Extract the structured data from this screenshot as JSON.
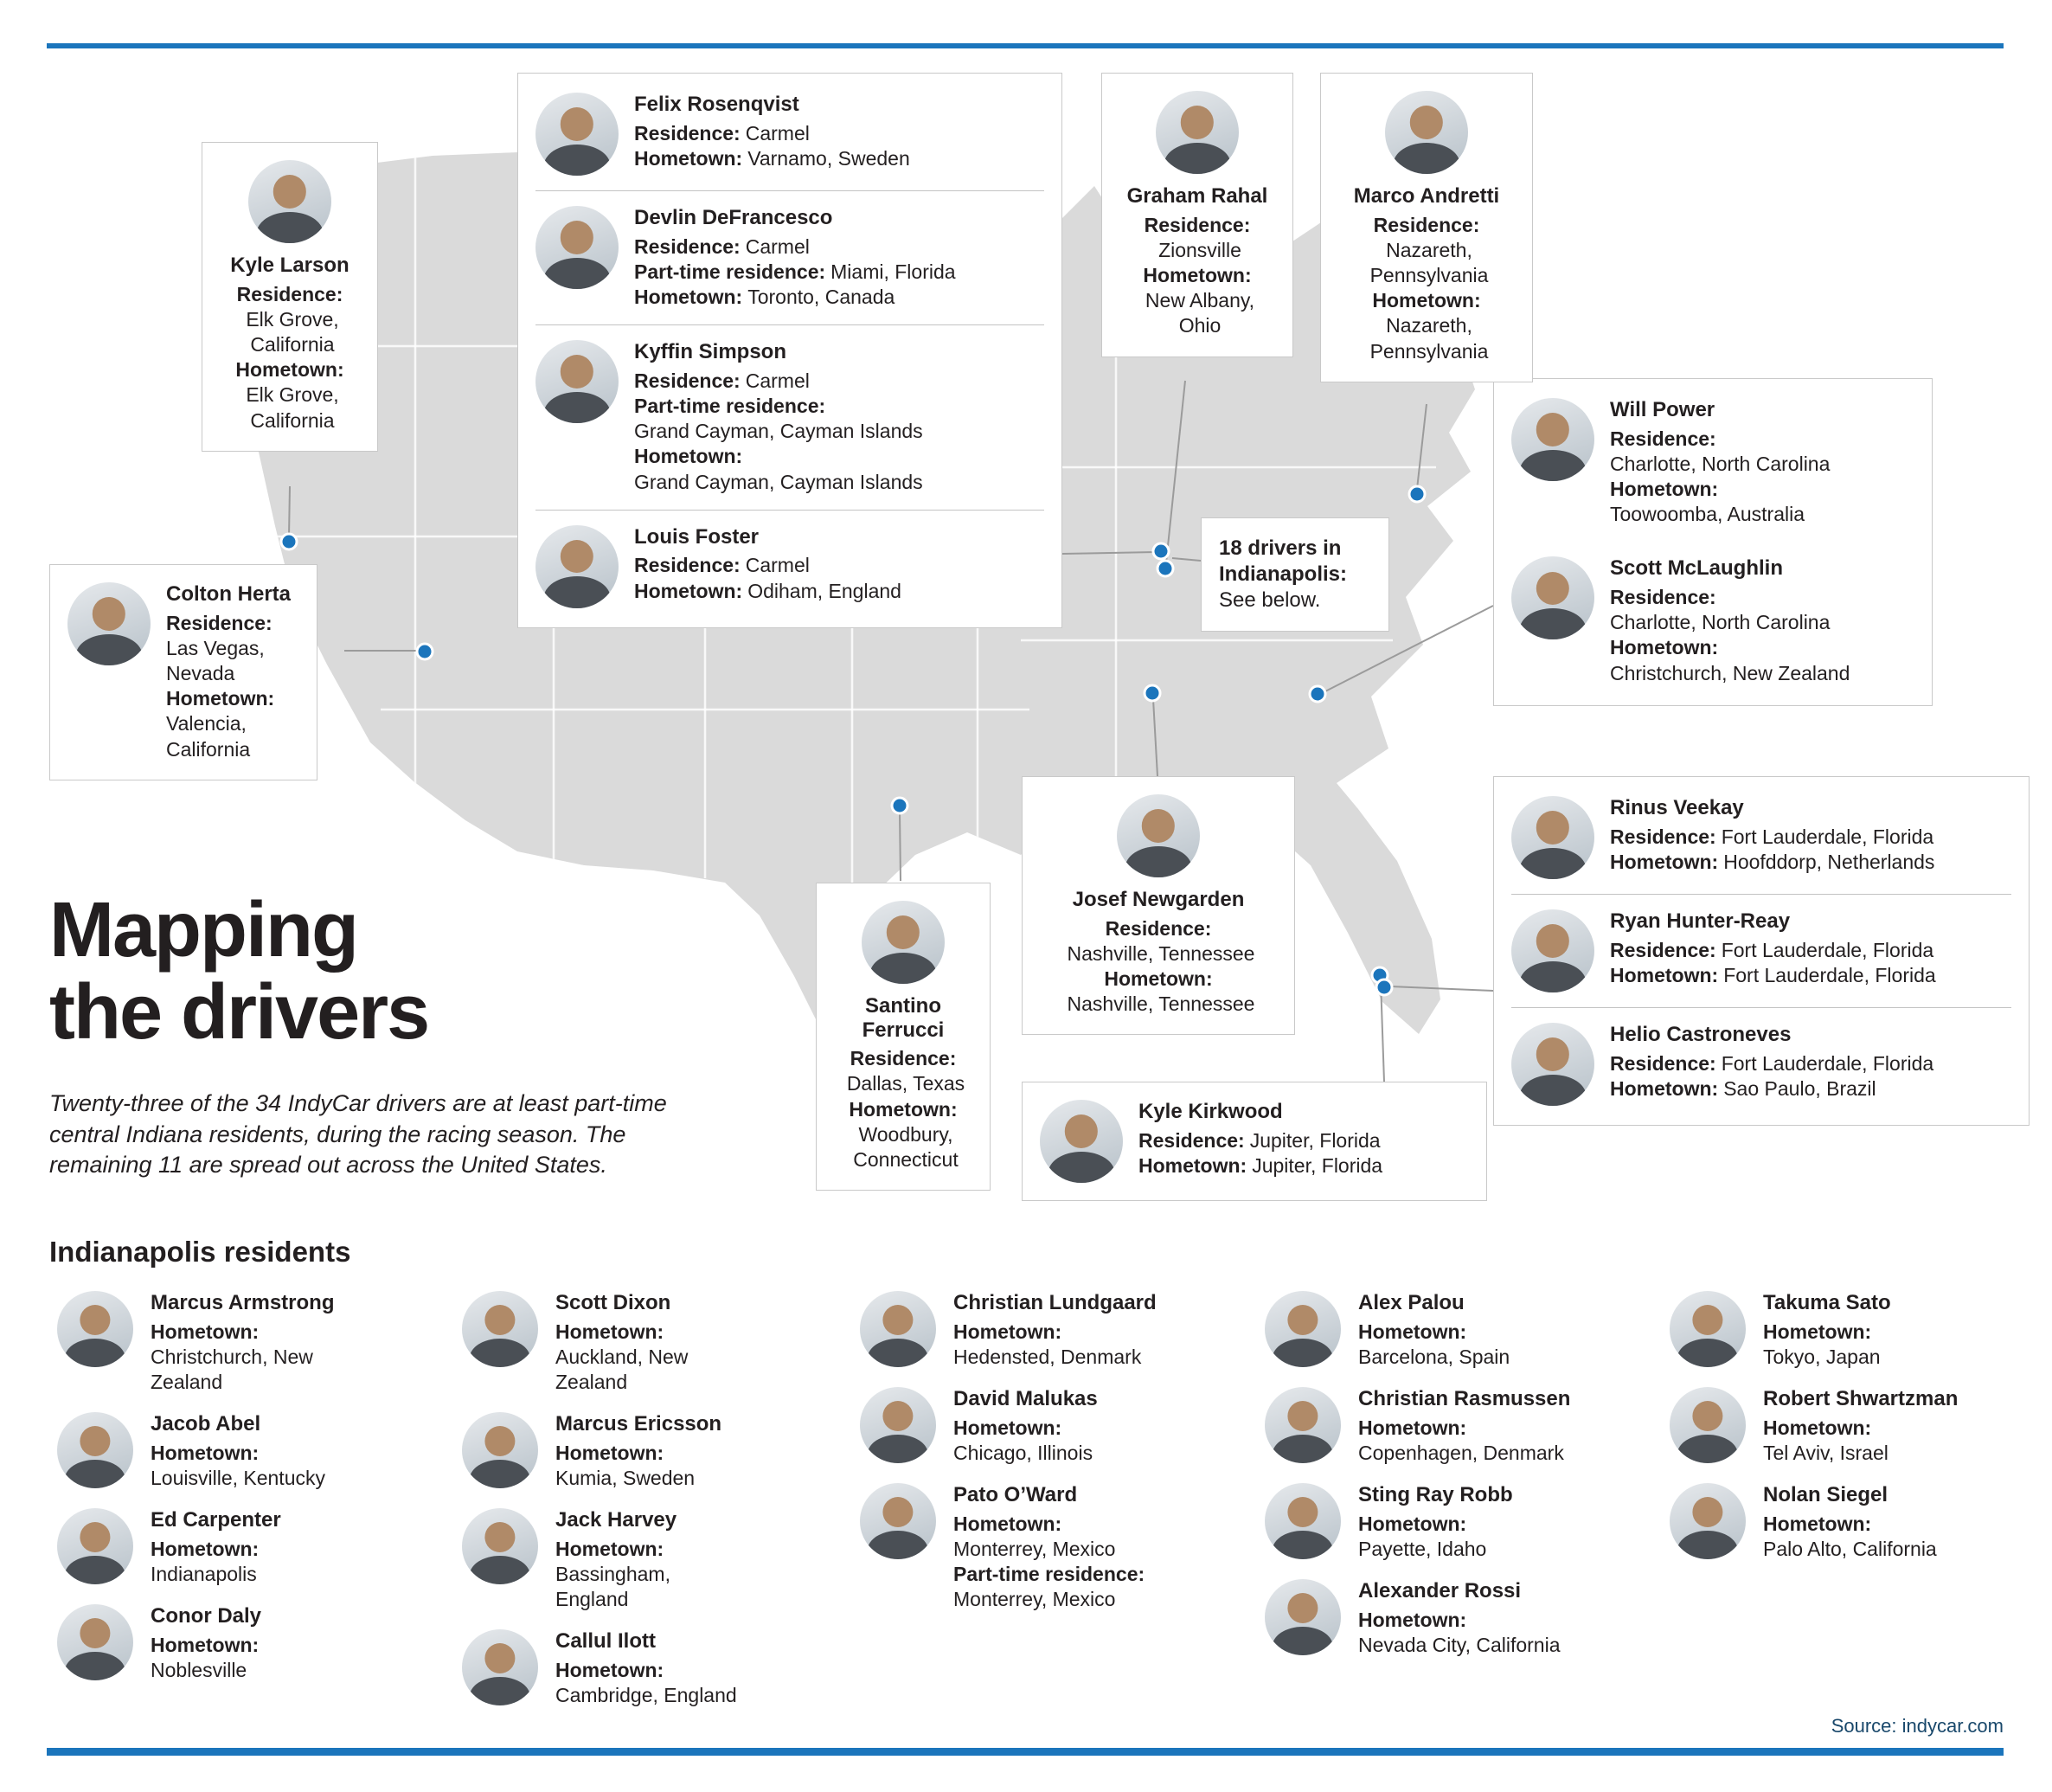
{
  "theme": {
    "accent": "#1b75bc",
    "map_fill": "#dadada",
    "line_color": "#9b9b9b"
  },
  "header": {
    "title_line1": "Mapping",
    "title_line2": "the drivers",
    "subtitle": "Twenty-three of the 34 IndyCar drivers are at least part-time central Indiana residents, during the racing season. The remaining 11 are spread out across the United States."
  },
  "map_note": {
    "line1": "18 drivers in Indianapolis:",
    "line2": "See below."
  },
  "callouts": {
    "larson": {
      "name": "Kyle Larson",
      "lines": [
        {
          "label": "Residence:",
          "value": "Elk Grove, California"
        },
        {
          "label": "Hometown:",
          "value": "Elk Grove, California"
        }
      ]
    },
    "herta": {
      "name": "Colton Herta",
      "lines": [
        {
          "label": "Residence:",
          "value": "Las Vegas, Nevada"
        },
        {
          "label": "Hometown:",
          "value": "Valencia, California"
        }
      ]
    },
    "carmel_group": [
      {
        "name": "Felix Rosenqvist",
        "lines": [
          {
            "label": "Residence:",
            "value": "Carmel"
          },
          {
            "label": "Hometown:",
            "value": "Varnamo, Sweden"
          }
        ]
      },
      {
        "name": "Devlin DeFrancesco",
        "lines": [
          {
            "label": "Residence:",
            "value": "Carmel"
          },
          {
            "label": "Part-time residence:",
            "value": "Miami, Florida"
          },
          {
            "label": "Hometown:",
            "value": "Toronto, Canada"
          }
        ]
      },
      {
        "name": "Kyffin Simpson",
        "lines": [
          {
            "label": "Residence:",
            "value": "Carmel"
          },
          {
            "label": "Part-time residence:",
            "value": "Grand Cayman, Cayman Islands"
          },
          {
            "label": "Hometown:",
            "value": "Grand Cayman, Cayman Islands"
          }
        ]
      },
      {
        "name": "Louis Foster",
        "lines": [
          {
            "label": "Residence:",
            "value": "Carmel"
          },
          {
            "label": "Hometown:",
            "value": "Odiham, England"
          }
        ]
      }
    ],
    "rahal": {
      "name": "Graham Rahal",
      "lines": [
        {
          "label": "Residence:",
          "value": "Zionsville"
        },
        {
          "label": "Hometown:",
          "value": "New Albany, Ohio"
        }
      ]
    },
    "andretti": {
      "name": "Marco Andretti",
      "lines": [
        {
          "label": "Residence:",
          "value": "Nazareth, Pennsylvania"
        },
        {
          "label": "Hometown:",
          "value": "Nazareth, Pennsylvania"
        }
      ]
    },
    "carolina_group": [
      {
        "name": "Will Power",
        "lines": [
          {
            "label": "Residence:",
            "value": "Charlotte, North Carolina"
          },
          {
            "label": "Hometown:",
            "value": "Toowoomba, Australia"
          }
        ]
      },
      {
        "name": "Scott McLaughlin",
        "lines": [
          {
            "label": "Residence:",
            "value": "Charlotte, North Carolina"
          },
          {
            "label": "Hometown:",
            "value": "Christchurch, New Zealand"
          }
        ]
      }
    ],
    "florida_group": [
      {
        "name": "Rinus Veekay",
        "lines": [
          {
            "label": "Residence:",
            "value": "Fort Lauderdale, Florida"
          },
          {
            "label": "Hometown:",
            "value": "Hoofddorp, Netherlands"
          }
        ]
      },
      {
        "name": "Ryan Hunter-Reay",
        "lines": [
          {
            "label": "Residence:",
            "value": "Fort Lauderdale, Florida"
          },
          {
            "label": "Hometown:",
            "value": "Fort Lauderdale, Florida"
          }
        ]
      },
      {
        "name": "Helio Castroneves",
        "lines": [
          {
            "label": "Residence:",
            "value": "Fort Lauderdale, Florida"
          },
          {
            "label": "Hometown:",
            "value": "Sao Paulo, Brazil"
          }
        ]
      }
    ],
    "newgarden": {
      "name": "Josef Newgarden",
      "lines": [
        {
          "label": "Residence:",
          "value": "Nashville, Tennessee"
        },
        {
          "label": "Hometown:",
          "value": "Nashville, Tennessee"
        }
      ]
    },
    "ferrucci": {
      "name": "Santino Ferrucci",
      "lines": [
        {
          "label": "Residence:",
          "value": "Dallas, Texas"
        },
        {
          "label": "Hometown:",
          "value": "Woodbury, Connecticut"
        }
      ]
    },
    "kirkwood": {
      "name": "Kyle Kirkwood",
      "lines": [
        {
          "label": "Residence:",
          "value": "Jupiter, Florida"
        },
        {
          "label": "Hometown:",
          "value": "Jupiter, Florida"
        }
      ]
    }
  },
  "residents": {
    "heading": "Indianapolis residents",
    "columns": [
      [
        {
          "name": "Marcus Armstrong",
          "lines": [
            {
              "label": "Hometown:",
              "value": "Christchurch, New Zealand"
            }
          ]
        },
        {
          "name": "Jacob Abel",
          "lines": [
            {
              "label": "Hometown:",
              "value": "Louisville, Kentucky"
            }
          ]
        },
        {
          "name": "Ed Carpenter",
          "lines": [
            {
              "label": "Hometown:",
              "value": "Indianapolis"
            }
          ]
        },
        {
          "name": "Conor Daly",
          "lines": [
            {
              "label": "Hometown:",
              "value": "Noblesville"
            }
          ]
        }
      ],
      [
        {
          "name": "Scott Dixon",
          "lines": [
            {
              "label": "Hometown:",
              "value": "Auckland, New Zealand"
            }
          ]
        },
        {
          "name": "Marcus Ericsson",
          "lines": [
            {
              "label": "Hometown:",
              "value": "Kumia, Sweden"
            }
          ]
        },
        {
          "name": "Jack Harvey",
          "lines": [
            {
              "label": "Hometown:",
              "value": "Bassingham, England"
            }
          ]
        },
        {
          "name": "Callul Ilott",
          "lines": [
            {
              "label": "Hometown:",
              "value": "Cambridge, England"
            }
          ]
        }
      ],
      [
        {
          "name": "Christian Lundgaard",
          "lines": [
            {
              "label": "Hometown:",
              "value": "Hedensted, Denmark"
            }
          ]
        },
        {
          "name": "David Malukas",
          "lines": [
            {
              "label": "Hometown:",
              "value": "Chicago, Illinois"
            }
          ]
        },
        {
          "name": "Pato O’Ward",
          "lines": [
            {
              "label": "Hometown:",
              "value": "Monterrey, Mexico"
            },
            {
              "label": "Part-time residence:",
              "value": "Monterrey, Mexico"
            }
          ]
        }
      ],
      [
        {
          "name": "Alex Palou",
          "lines": [
            {
              "label": "Hometown:",
              "value": "Barcelona, Spain"
            }
          ]
        },
        {
          "name": "Christian Rasmussen",
          "lines": [
            {
              "label": "Hometown:",
              "value": "Copenhagen, Denmark"
            }
          ]
        },
        {
          "name": "Sting Ray Robb",
          "lines": [
            {
              "label": "Hometown:",
              "value": "Payette, Idaho"
            }
          ]
        },
        {
          "name": "Alexander Rossi",
          "lines": [
            {
              "label": "Hometown:",
              "value": "Nevada City, California"
            }
          ]
        }
      ],
      [
        {
          "name": "Takuma Sato",
          "lines": [
            {
              "label": "Hometown:",
              "value": "Tokyo, Japan"
            }
          ]
        },
        {
          "name": "Robert Shwartzman",
          "lines": [
            {
              "label": "Hometown:",
              "value": "Tel Aviv, Israel"
            }
          ]
        },
        {
          "name": "Nolan Siegel",
          "lines": [
            {
              "label": "Hometown:",
              "value": "Palo Alto, California"
            }
          ]
        }
      ]
    ]
  },
  "source": "Source: indycar.com"
}
